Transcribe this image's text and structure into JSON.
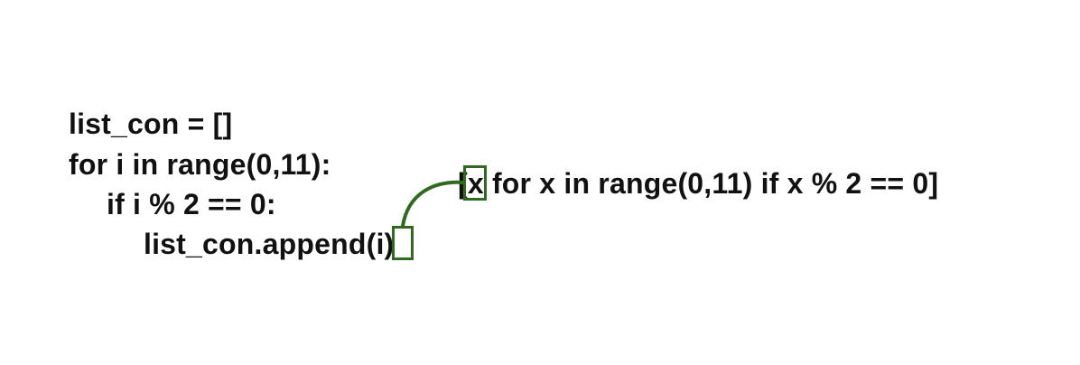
{
  "loop_code": {
    "line_1": "list_con = []",
    "line_2": "for i in range(0,11):",
    "line_3": "if i % 2 == 0:",
    "line_4": "list_con.append(i)"
  },
  "comprehension": {
    "text": "[x for x in range(0,11) if x % 2 == 0]"
  },
  "highlight": {
    "color": "#2e6b1f",
    "source_token": "i",
    "target_token": "x"
  }
}
